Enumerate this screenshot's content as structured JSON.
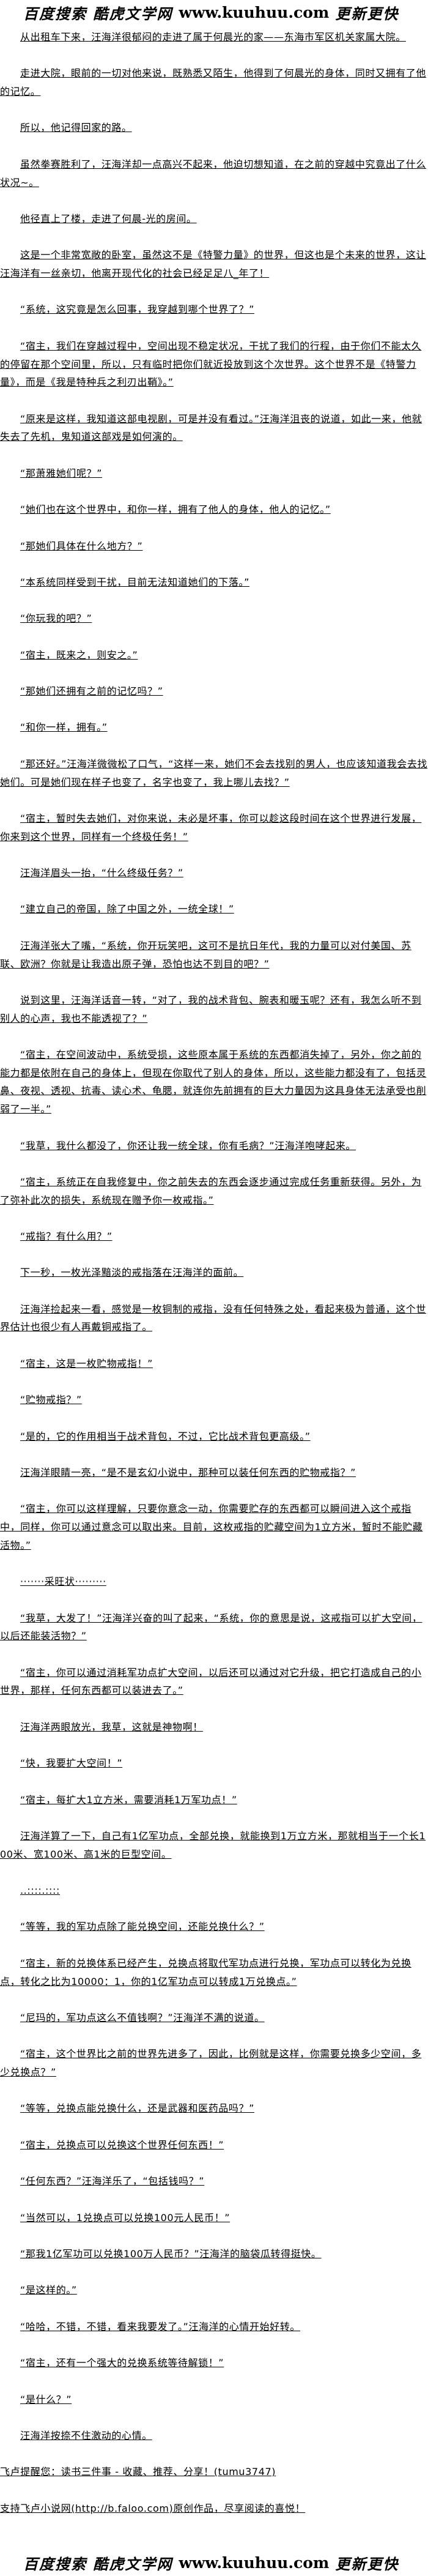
{
  "banner": {
    "left": "百度搜索 酷虎文学网",
    "url": "www.kuuhuu.com",
    "right": "更新更快"
  },
  "paragraphs": [
    "从出租车下来，汪海洋很郁闷的走进了属于何晨光的家——东海市军区机关家属大院。",
    "走进大院，眼前的一切对他来说，既熟悉又陌生，他得到了何晨光的身体，同时又拥有了他的记忆。",
    "所以，他记得回家的路。",
    "虽然拳赛胜利了，汪海洋却一点高兴不起来，他迫切想知道，在之前的穿越中究竟出了什么状况~。",
    "他径直上了楼，走进了何晨-光的房间。",
    "这是一个非常宽敞的卧室，虽然这不是《特警力量》的世界，但这也是个未来的世界，这让汪海洋有一丝亲切，他离开现代化的社会已经足足八_年了！",
    "“系统，这究竟是怎么回事，我穿越到哪个世界了？”",
    "“宿主，我们在穿越过程中，空间出现不稳定状况，干扰了我们的行程，由于你们不能太久的停留在那个空间里，所以，只有临时把你们就近投放到这个次世界。这个世界不是《特警力量》，而是《我是特种兵之利刃出鞘》。”",
    "“原来是这样，我知道这部电视剧，可是并没有看过。”汪海洋沮丧的说道，如此一来，他就失去了先机，鬼知道这部戏是如何演的。",
    "“那萧雅她们呢？”",
    "“她们也在这个世界中，和你一样，拥有了他人的身体，他人的记忆。”",
    "“那她们具体在什么地方？”",
    "“本系统同样受到干扰，目前无法知道她们的下落。”",
    "“你玩我的吧？”",
    "“宿主，既来之，则安之。”",
    "“那她们还拥有之前的记忆吗？”",
    "“和你一样，拥有。”",
    "“那还好。”汪海洋微微松了口气，“这样一来，她们不会去找别的男人，也应该知道我会去找她们。可是她们现在样子也变了，名字也变了，我上哪儿去找？”",
    "“宿主，暂时失去她们，对你来说，未必是坏事，你可以趁这段时间在这个世界进行发展，你来到这个世界，同样有一个终极任务！”",
    "汪海洋眉头一抬，“什么终级任务？”",
    "“建立自己的帝国，除了中国之外，一统全球！”",
    "汪海洋张大了嘴，“系统，你开玩笑吧，这可不是抗日年代，我的力量可以对付美国、苏联、欧洲？你就是让我造出原子弹，恐怕也达不到目的吧？”",
    "说到这里，汪海洋话音一转，“对了，我的战术背包、腕表和暖玉呢？还有，我怎么听不到别人的心声，我也不能透视了？”",
    "“宿主，在空间波动中，系统受损，这些原本属于系统的东西都消失掉了，另外，你之前的能力都是依附在自己的身体上，但现在你取代了别人的身体，所以，这些能力都没有了，包括灵鼻、夜视、透视、抗毒、读心术、龟腮，就连你先前拥有的巨大力量因为这具身体无法承受也削弱了一半。”",
    "“我草，我什么都没了，你还让我一统全球，你有毛病？”汪海洋咆哮起来。",
    "“宿主，系统正在自我修复中，你之前失去的东西会逐步通过完成任务重新获得。另外，为了弥补此次的损失，系统现在赠予你一枚戒指。”",
    "“戒指？有什么用？”",
    "下一秒，一枚光泽黯淡的戒指落在汪海洋的面前。",
    "汪海洋捡起来一看，感觉是一枚铜制的戒指，没有任何特殊之处，看起来极为普通，这个世界估计也很少有人再戴铜戒指了。",
    "“宿主，这是一枚贮物戒指！”",
    "“贮物戒指？”",
    "“是的，它的作用相当于战术背包，不过，它比战术背包更高级。”",
    "汪海洋眼睛一亮，“是不是玄幻小说中，那种可以装任何东西的贮物戒指？”",
    "“宿主，你可以这样理解，只要你意念一动，你需要贮存的东西都可以瞬间进入这个戒指中，同样，你可以通过意念可以取出来。目前，这枚戒指的贮藏空间为1立方米，暂时不能贮藏活物。”",
    "·······采旺状·········",
    "“我草，大发了！”汪海洋兴奋的叫了起来，“系统，你的意思是说，这戒指可以扩大空间，以后还能装活物？”",
    "“宿主，你可以通过消耗军功点扩大空间，以后还可以通过对它升级，把它打造成自己的小世界，那样，任何东西都可以装进去了。”",
    "汪海洋两眼放光，我草，这就是神物啊！",
    "“快，我要扩大空间！”",
    "“宿主，每扩大1立方米，需要消耗1万军功点！”",
    "汪海洋算了一下，自己有1亿军功点，全部兑换，就能换到1万立方米，那就相当于一个长100米、宽100米、高1米的巨型空间。",
    "..::::.::::",
    "“等等，我的军功点除了能兑换空间，还能兑换什么？”",
    "“宿主，新的兑换体系已经产生，兑换点将取代军功点进行兑换，军功点可以转化为兑换点，转化之比为10000：1，你的1亿军功点可以转成1万兑换点。”",
    "“尼玛的，军功点这么不值钱啊？”汪海洋不满的说道。",
    "“宿主，这个世界比之前的世界先进多了，因此，比例就是这样，你需要兑换多少空间，多少兑换点？”",
    "“等等，兑换点能兑换什么，还是武器和医药品吗？”",
    "“宿主，兑换点可以兑换这个世界任何东西！”",
    "“任何东西？”汪海洋乐了，“包括钱吗？”",
    "“当然可以，1兑换点可以兑换100元人民币！”",
    "“那我1亿军功可以兑换100万人民币？”汪海洋的脑袋瓜转得挺快。",
    "“是这样的。”",
    "“哈哈，不错，不错，看来我要发了。”汪海洋的心情开始好转。",
    "“宿主，还有一个强大的兑换系统等待解锁！”",
    "“是什么？”",
    "汪海洋按捺不住激动的心情。"
  ],
  "footer": {
    "notes": [
      "飞卢提醒您：读书三件事 - 收藏、推荐、分享！(tumu3747)",
      "支持飞卢小说网(http://b.faloo.com)原创作品，尽享阅读的喜悦！"
    ]
  }
}
